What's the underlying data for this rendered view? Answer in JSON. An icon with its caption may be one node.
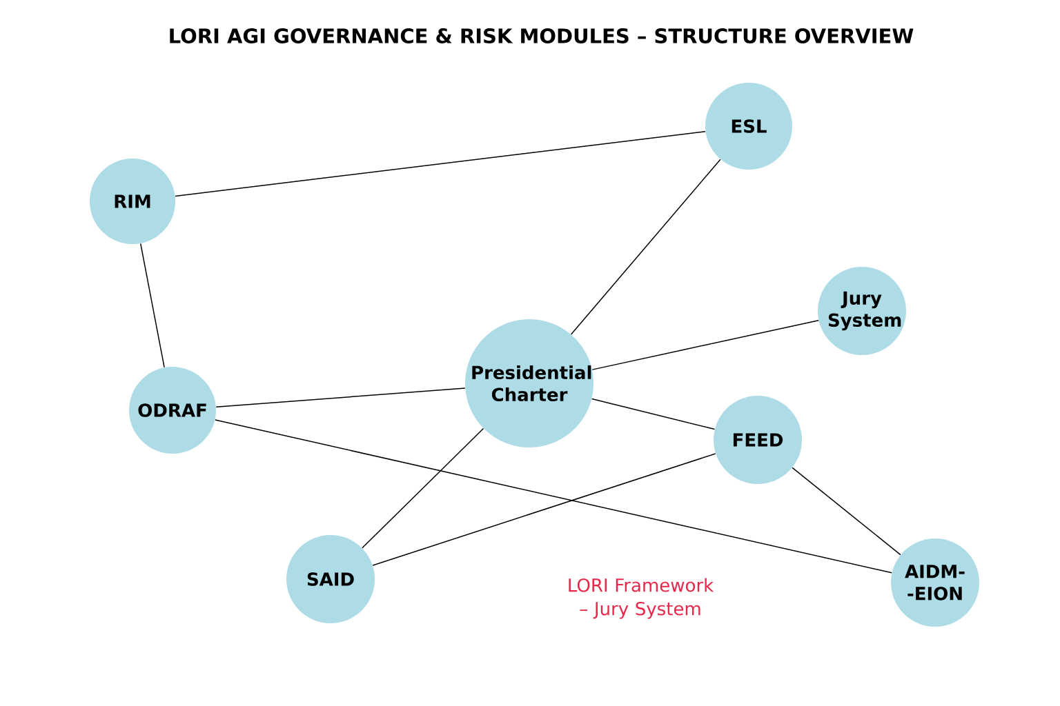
{
  "diagram": {
    "title": "LORI AGI GOVERNANCE & RISK MODULES – STRUCTURE OVERVIEW",
    "nodes": [
      {
        "text": [
          "RIM"
        ]
      },
      {
        "text": [
          "ESL"
        ]
      },
      {
        "text": [
          "Jury System"
        ]
      },
      {
        "text": [
          "Presidential Charter"
        ]
      },
      {
        "text": [
          "ODRAF"
        ]
      },
      {
        "text": [
          "FEED"
        ]
      },
      {
        "text": [
          "SAID"
        ]
      },
      {
        "text": [
          "AIDM- -EION"
        ]
      }
    ],
    "edges": [
      {
        "from": 0,
        "to": 1,
        "arrow": "none"
      },
      {
        "from": 0,
        "to": 4,
        "arrow": "none"
      },
      {
        "from": 1,
        "to": 3,
        "arrow": "none"
      },
      {
        "from": 3,
        "to": 2,
        "arrow": "none"
      },
      {
        "from": 4,
        "to": 3,
        "arrow": "none"
      },
      {
        "from": 3,
        "to": 5,
        "arrow": "none"
      },
      {
        "from": 4,
        "to": 7,
        "arrow": "none"
      },
      {
        "from": 3,
        "to": 6,
        "arrow": "none"
      },
      {
        "from": 6,
        "to": 5,
        "arrow": "none"
      },
      {
        "from": 5,
        "to": 7,
        "arrow": "none"
      }
    ],
    "labels": [
      "LORI Framework – Jury System"
    ]
  }
}
